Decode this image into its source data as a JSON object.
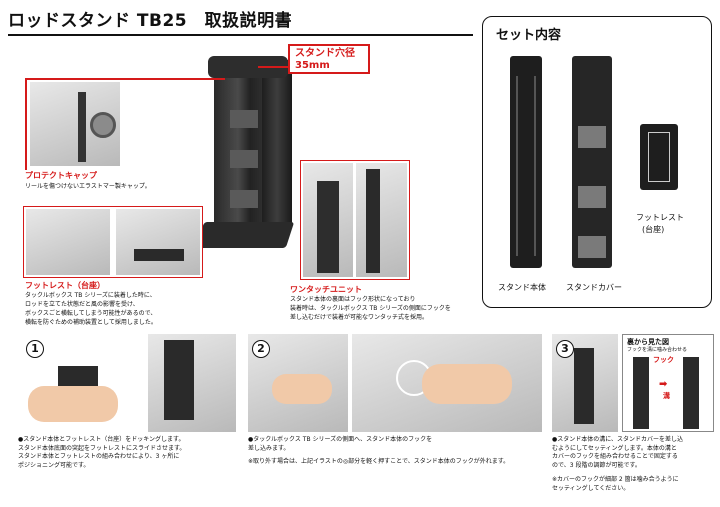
{
  "header": {
    "title": "ロッドスタンド TB25　取扱説明書"
  },
  "callout_hole": {
    "line1": "スタンド穴径",
    "line2": "35mm"
  },
  "protect_cap": {
    "label": "プロテクトキャップ",
    "desc": "リールを傷つけないエラストマー製キャップ。"
  },
  "footrest": {
    "label": "フットレスト（台座）",
    "desc": [
      "タックルボックス TB シリーズに装着した時に、",
      "ロッドを立てた状態だと風の影響を受け、",
      "ボックスごと横転してしまう可能性があるので、",
      "横転を防ぐための補助装置として採用しました。"
    ]
  },
  "onetouch": {
    "label": "ワンタッチユニット",
    "desc": [
      "スタンド本体の裏面はフック形状になっており",
      "装着時は、タックルボックス TB シリーズの側面にフックを",
      "差し込むだけで装着が可能なワンタッチ式を採用。"
    ]
  },
  "set_contents": {
    "title": "セット内容",
    "items": [
      "スタンド本体",
      "スタンドカバー",
      "フットレスト",
      "(台座)"
    ]
  },
  "steps": [
    {
      "num": "1",
      "text": [
        "●スタンド本体とフットレスト（台座）をドッキングします。",
        "スタンド本体底面の突起をフットレストにスライドさせます。",
        "スタンド本体とフットレストの組み合わせにより、3 ヶ所に",
        "ポジショニング可能です。"
      ]
    },
    {
      "num": "2",
      "text": [
        "●タックルボックス TB シリーズの側面へ、スタンド本体のフックを",
        "差し込みます。"
      ],
      "note": "※取り外す場合は、上記イラストの◎部分を軽く押すことで、スタンド本体のフックが外れます。"
    },
    {
      "num": "3",
      "text": [
        "●スタンド本体の溝に、スタンドカバーを差し込",
        "むようにしてセッティングします。本体の溝と",
        "カバーのフックを組み合わせることで固定する",
        "ので、3 段階の調節が可能です。"
      ],
      "note": [
        "※カバーのフックが細部 2 箇は噛み合うように",
        "セッティングしてください。"
      ]
    }
  ],
  "back_view": {
    "title": "裏から見た図",
    "sub": "フックを溝に噛み合わせる",
    "hook": "フック",
    "groove": "溝"
  }
}
